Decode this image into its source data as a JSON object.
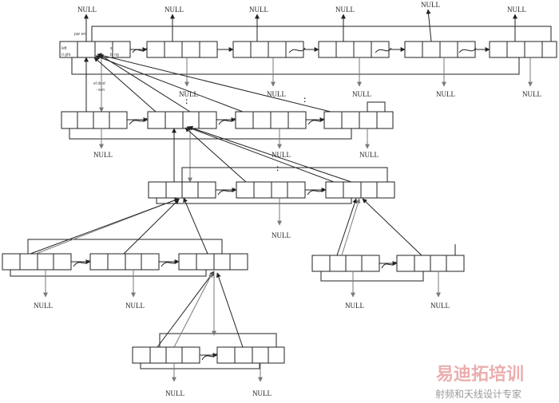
{
  "null_label": "NULL",
  "field_labels": {
    "parent": "par ent",
    "left": "left",
    "right": "ri ght",
    "sibling_top": "si",
    "sibling_bottom": "bi ng",
    "eldest": "el dest",
    "son": "- son"
  },
  "ellipsis": ":",
  "watermark": {
    "brand": "易迪拓培训",
    "tagline": "射频和天线设计专家"
  },
  "colors": {
    "line": "#222222",
    "gray_pointer": "#7a7a7a",
    "watermark_red": "#e8a0a0"
  }
}
